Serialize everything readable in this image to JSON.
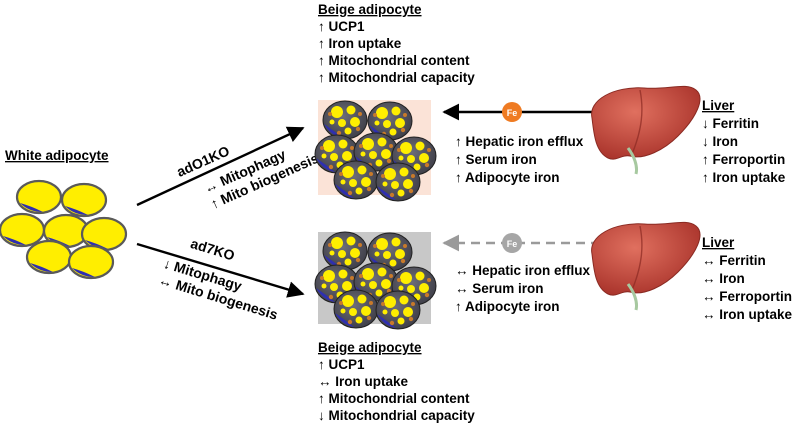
{
  "white_adipocyte": {
    "title": "White adipocyte"
  },
  "top_path": {
    "label": "adO1KO",
    "line1": "↔ Mitophagy",
    "line2": "↑ Mito biogenesis"
  },
  "bottom_path": {
    "label": "ad7KO",
    "line1": "↓ Mitophagy",
    "line2": "↔ Mito biogenesis"
  },
  "beige_top": {
    "title": "Beige adipocyte",
    "items": [
      "↑ UCP1",
      "↑ Iron uptake",
      "↑ Mitochondrial content",
      "↑ Mitochondrial capacity"
    ]
  },
  "beige_bottom": {
    "title": "Beige adipocyte",
    "items": [
      "↑ UCP1",
      "↔ Iron uptake",
      "↑ Mitochondrial content",
      "↓ Mitochondrial capacity"
    ]
  },
  "iron_top": {
    "fe_label": "Fe",
    "items": [
      "↑ Hepatic iron efflux",
      "↑ Serum iron",
      "↑ Adipocyte iron"
    ]
  },
  "iron_bottom": {
    "fe_label": "Fe",
    "items": [
      "↔ Hepatic iron efflux",
      "↔ Serum iron",
      "↑ Adipocyte iron"
    ]
  },
  "liver_top": {
    "title": "Liver",
    "items": [
      "↓ Ferritin",
      "↓ Iron",
      "↑ Ferroportin",
      "↑ Iron uptake"
    ]
  },
  "liver_bottom": {
    "title": "Liver",
    "items": [
      "↔ Ferritin",
      "↔ Iron",
      "↔ Ferroportin",
      "↔ Iron uptake"
    ]
  },
  "colors": {
    "fat": "#ffee00",
    "cell_rim": "#6b6b6b",
    "nucleus": "#2f2fb0",
    "beige_top_bg": "#fbe3d7",
    "beige_bottom_bg": "#c8c8c8",
    "fe_active": "#ef7b22",
    "fe_inactive": "#a6a6a6",
    "liver": "#c9463c"
  }
}
